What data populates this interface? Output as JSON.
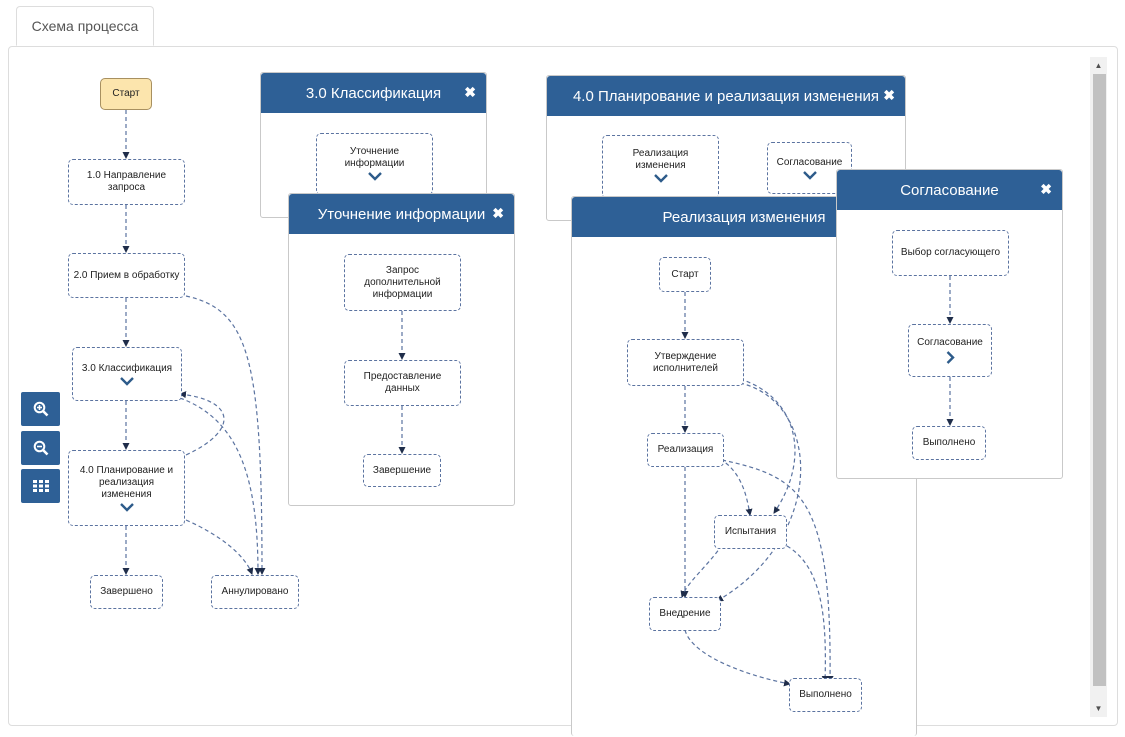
{
  "tab": {
    "label": "Схема процесса"
  },
  "main_flow": {
    "start": "Старт",
    "direction": "1.0 Направление запроса",
    "intake": "2.0 Прием в обработку",
    "classification": "3.0 Классификация",
    "planning": "4.0 Планирование и реализация изменения",
    "completed": "Завершено",
    "cancelled": "Аннулировано"
  },
  "panel_classification": {
    "title": "3.0 Классификация",
    "close": "✖",
    "node": "Уточнение информации"
  },
  "panel_planning": {
    "title": "4.0 Планирование и реализация изменения",
    "close": "✖",
    "node_impl": "Реализация изменения",
    "node_approval": "Согласование"
  },
  "panel_clarify": {
    "title": "Уточнение информации",
    "close": "✖",
    "request": "Запрос дополнительной информации",
    "provide": "Предоставление данных",
    "finish": "Завершение"
  },
  "panel_impl": {
    "title": "Реализация изменения",
    "start": "Старт",
    "approve_exec": "Утверждение исполнителей",
    "implementation": "Реализация",
    "testing": "Испытания",
    "deployment": "Внедрение",
    "done": "Выполнено"
  },
  "panel_approval": {
    "title": "Согласование",
    "close": "✖",
    "choose": "Выбор согласующего",
    "approval": "Согласование",
    "done": "Выполнено"
  },
  "toolbar": {
    "zoom_in": "zoom-in-icon",
    "zoom_out": "zoom-out-icon",
    "grid": "grid-icon"
  },
  "colors": {
    "accent": "#2e6096",
    "edge": "#5b73a0",
    "start_fill": "#fce5ad"
  }
}
